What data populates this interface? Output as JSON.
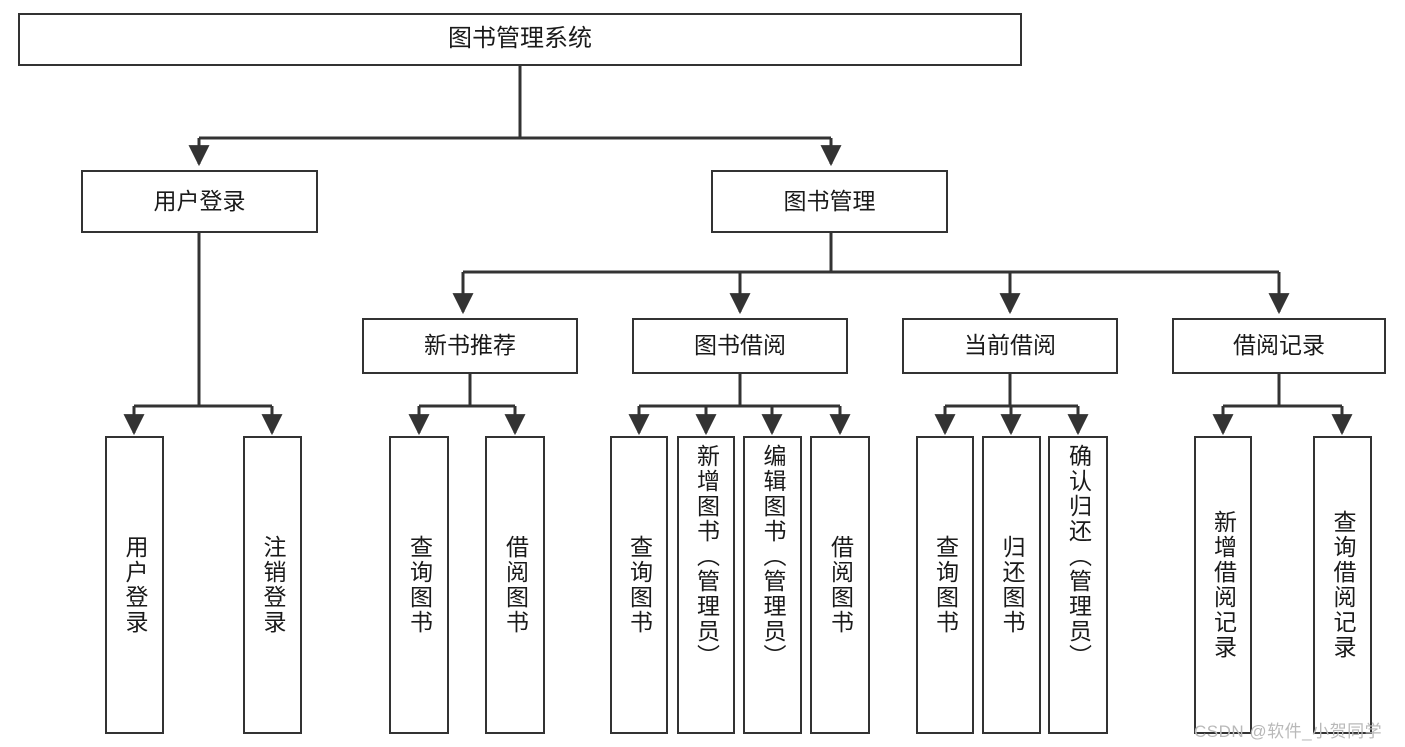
{
  "diagram": {
    "title": "图书管理系统",
    "type": "tree-hierarchy",
    "watermark": "CSDN @软件_小贺同学",
    "colors": {
      "node_border": "#333333",
      "node_fill": "#ffffff",
      "edge": "#333333",
      "text": "#1a1a1a",
      "watermark": "#b9b9b9",
      "background": "#ffffff"
    },
    "nodes": {
      "root": {
        "label": "图书管理系统"
      },
      "level2": [
        {
          "label": "用户登录"
        },
        {
          "label": "图书管理"
        }
      ],
      "level3": [
        {
          "label": "新书推荐"
        },
        {
          "label": "图书借阅"
        },
        {
          "label": "当前借阅"
        },
        {
          "label": "借阅记录"
        }
      ],
      "leaves": {
        "user_login": [
          {
            "label": "用户登录"
          },
          {
            "label": "注销登录"
          }
        ],
        "new_book": [
          {
            "label": "查询图书"
          },
          {
            "label": "借阅图书"
          }
        ],
        "book_borrow": [
          {
            "label": "查询图书"
          },
          {
            "label": "新增图书（管理员）"
          },
          {
            "label": "编辑图书（管理员）"
          },
          {
            "label": "借阅图书"
          }
        ],
        "current_borrow": [
          {
            "label": "查询图书"
          },
          {
            "label": "归还图书"
          },
          {
            "label": "确认归还（管理员）"
          }
        ],
        "borrow_record": [
          {
            "label": "新增借阅记录"
          },
          {
            "label": "查询借阅记录"
          }
        ]
      }
    }
  }
}
